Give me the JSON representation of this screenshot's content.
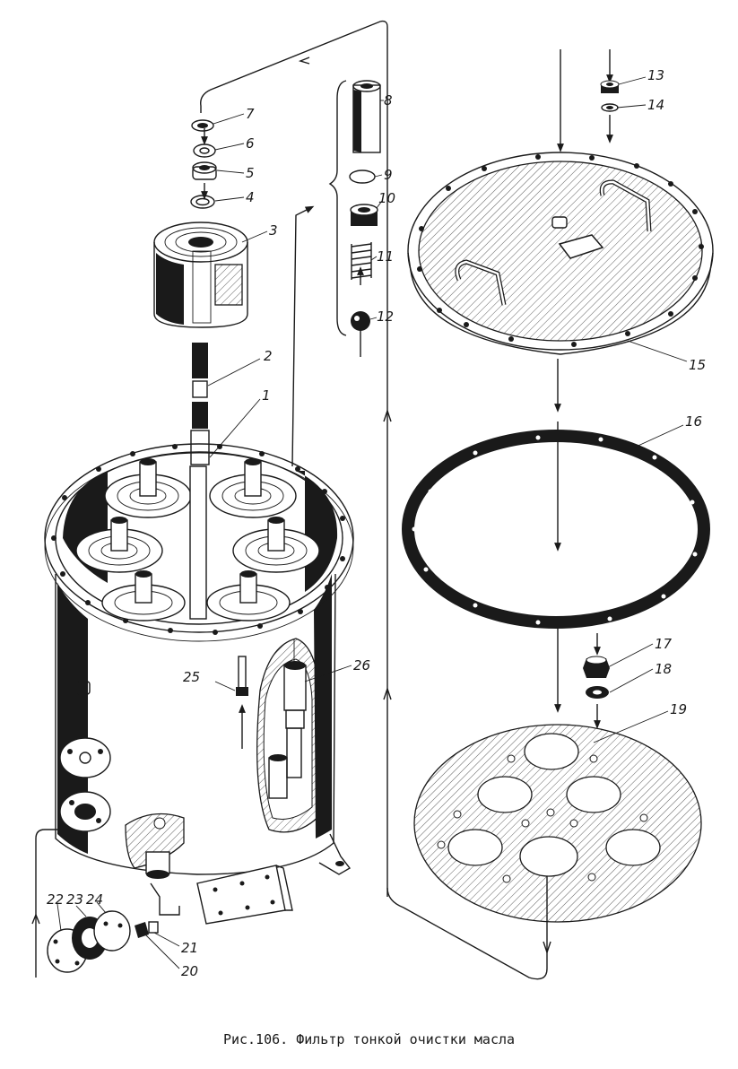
{
  "caption": "Рис.106. Фильтр тонкой очистки масла",
  "part_labels": [
    "1",
    "2",
    "3",
    "4",
    "5",
    "6",
    "7",
    "8",
    "9",
    "10",
    "11",
    "12",
    "13",
    "14",
    "15",
    "16",
    "17",
    "18",
    "19",
    "20",
    "21",
    "22",
    "23",
    "24",
    "25",
    "26"
  ]
}
